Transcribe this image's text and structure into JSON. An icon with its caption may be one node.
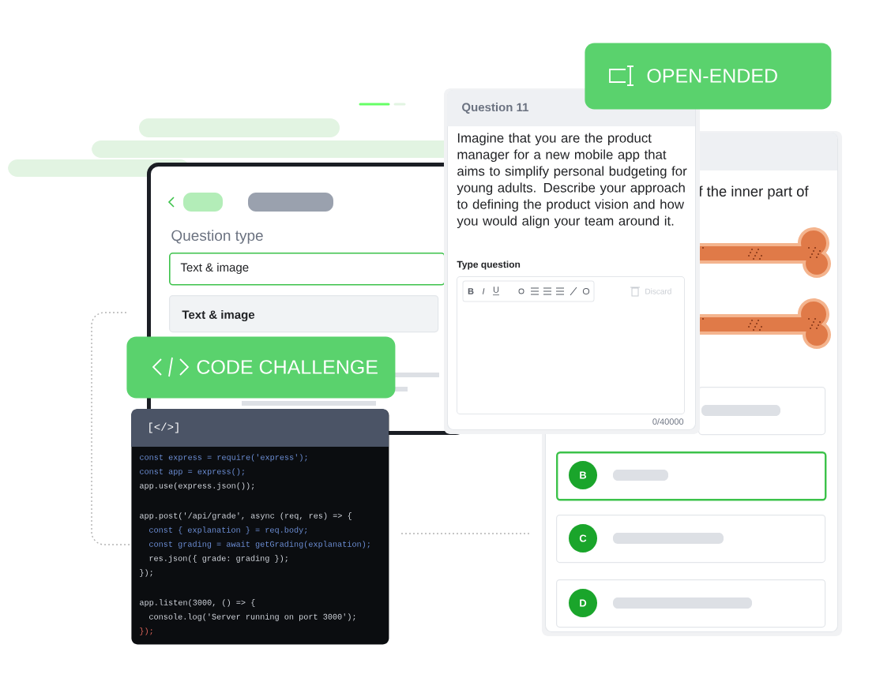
{
  "diagram": {
    "nodes": [
      {
        "text": [
          "Question type"
        ]
      },
      {
        "text": [
          "Text & image"
        ],
        "in": 0
      },
      {
        "text": [
          "Text & image"
        ],
        "in": 0
      },
      {
        "text": [
          "CODE CHALLENGE"
        ]
      },
      {
        "text": [
          "[</>]",
          "const express = require('express');",
          "const app = express();",
          "app.use(express.json());",
          "app.post('/api/grade', async (req, res) => {",
          "const { explanation } = req.body;",
          "const grading = await getGrading(explanation);",
          "res.json({ grade: grading });",
          "});",
          "app.listen(3000, () => {",
          "console.log('Server running on port 3000');",
          "});"
        ]
      },
      {
        "text": [
          "Question 11",
          "Imagine that you are the product manager for a new mobile app that aims to simplify personal budgeting for young adults. Describe your approach to defining the product vision and how you would align your team around it.",
          "Type question",
          "0/40000"
        ]
      },
      {
        "text": [
          "Discard"
        ],
        "in": 5
      },
      {
        "text": [
          "f the inner part of"
        ]
      },
      {
        "text": [],
        "shape": "box",
        "in": 7
      },
      {
        "text": [
          "B"
        ],
        "in": 7
      },
      {
        "text": [
          "C"
        ],
        "in": 7
      },
      {
        "text": [
          "D"
        ],
        "in": 7
      },
      {
        "text": [
          "OPEN-ENDED"
        ]
      }
    ],
    "labels": [
      "B",
      "I",
      "U"
    ]
  }
}
